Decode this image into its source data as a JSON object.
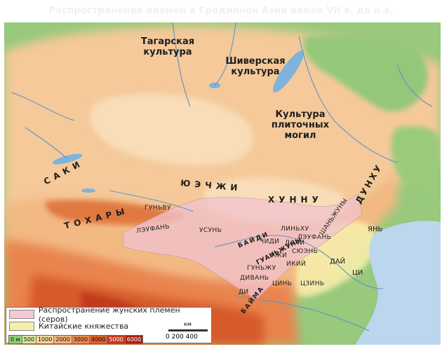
{
  "title": "Распространение племен в Срединной Азии около VII в. до н.э.",
  "labels": {
    "tagar": "Тагарская культура",
    "shiver": "Шиверская культура",
    "plitoch": "Культура плиточных могил",
    "saki": "САКИ",
    "toxary": "ТОХАРЫ",
    "yuechzhi": "ЮЭЧЖИ",
    "xunnu": "ХУННУ",
    "dunhu": "ДУНХУ",
    "gunyvu": "ГУНЬВУ",
    "leufan_w": "ЛЭУФАНЬ",
    "usun": "УСУНЬ",
    "baidi": "БАЙДИ",
    "chidi": "ЧИДИ",
    "linxu": "ЛИНЬХУ",
    "shanzhuny": "ШАНЬЖУНЫ",
    "leufan_e": "ЛЭУФАНЬ",
    "dali": "ДАЛИ",
    "syuen": "СЮЭНЬ",
    "uzhi": "УЖИ",
    "iky": "ИКИЙ",
    "guanzhuny": "ГУАНЬЖУНЫ",
    "gunzhu": "ГУНЬЖУ",
    "divan": "ДИВАНЬ",
    "cin": "ЦИНЬ",
    "czin": "ЦЗИНЬ",
    "di": "ДИ",
    "baima": "БАЙМА",
    "yan": "ЯНЬ",
    "dai": "ДАЙ",
    "ci": "ЦИ"
  },
  "legend": {
    "rong": "Распространение жунских племен (серов)",
    "china": "Китайские княжества",
    "rong_color": "#f2c9d2",
    "china_color": "#f6eeab"
  },
  "elevation": [
    "0 м",
    "500",
    "1000",
    "2000",
    "3000",
    "4000",
    "5000",
    "6000"
  ],
  "elevation_colors": [
    "#8ccf74",
    "#d9e6a0",
    "#f3d89c",
    "#f0b57e",
    "#e88a55",
    "#d9622f",
    "#c23a1e",
    "#a52012"
  ],
  "scale": {
    "unit": "км",
    "ticks": "0   200 400"
  },
  "colors": {
    "water": "#bcd6ee",
    "lowland": "#98c97c",
    "steppe": "#f4c996",
    "highland": "#e67f4a"
  }
}
